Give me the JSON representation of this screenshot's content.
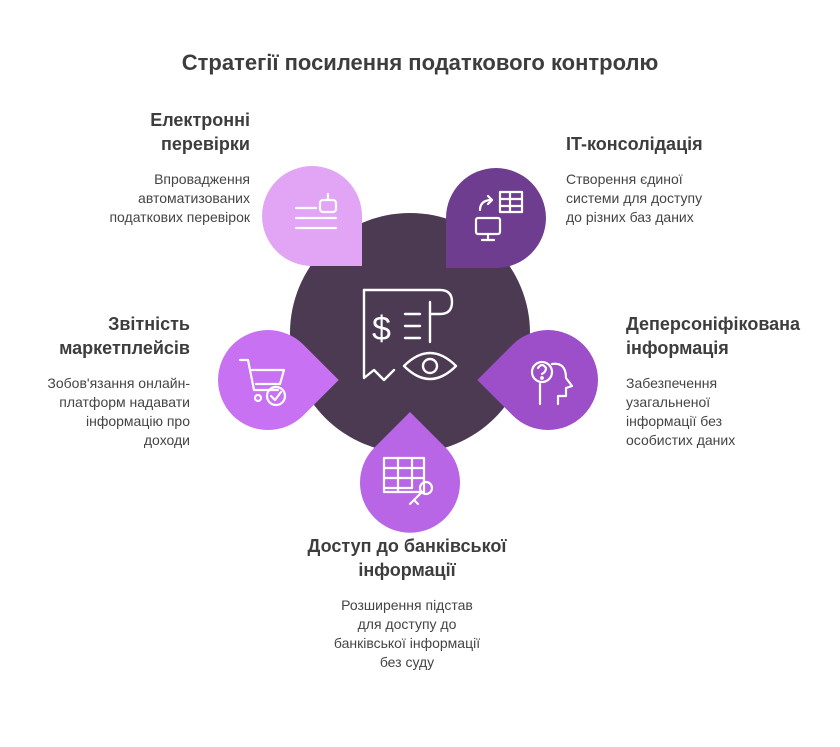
{
  "title": "Стратегії посилення податкового контролю",
  "center": {
    "icon": "receipt-eye-icon"
  },
  "items": [
    {
      "head_lines": [
        "Електронні",
        "перевірки"
      ],
      "desc_lines": [
        "Впровадження",
        "автоматизованих",
        "податкових перевірок"
      ],
      "icon": "robot-document-icon",
      "color": "#e2a5f5"
    },
    {
      "head_lines": [
        "IT-консолідація"
      ],
      "desc_lines": [
        "Створення єдиної",
        "системи для доступу",
        "до різних баз даних"
      ],
      "icon": "database-monitor-icon",
      "color": "#6f3d8f"
    },
    {
      "head_lines": [
        "Деперсоніфікована",
        "інформація"
      ],
      "desc_lines": [
        "Забезпечення",
        "узагальненої",
        "інформації без",
        "особистих даних"
      ],
      "icon": "question-head-icon",
      "color": "#9c4fc9"
    },
    {
      "head_lines": [
        "Доступ до банківської",
        "інформації"
      ],
      "desc_lines": [
        "Розширення підстав",
        "для доступу до",
        "банківської інформації",
        "без суду"
      ],
      "icon": "table-key-icon",
      "color": "#b866e6"
    },
    {
      "head_lines": [
        "Звітність",
        "маркетплейсів"
      ],
      "desc_lines": [
        "Зобов'язання онлайн-",
        "платформ надавати",
        "інформацію про",
        "доходи"
      ],
      "icon": "cart-check-icon",
      "color": "#c871f2"
    }
  ],
  "colors": {
    "center": "#4b3a52",
    "icon_stroke": "#ffffff"
  }
}
